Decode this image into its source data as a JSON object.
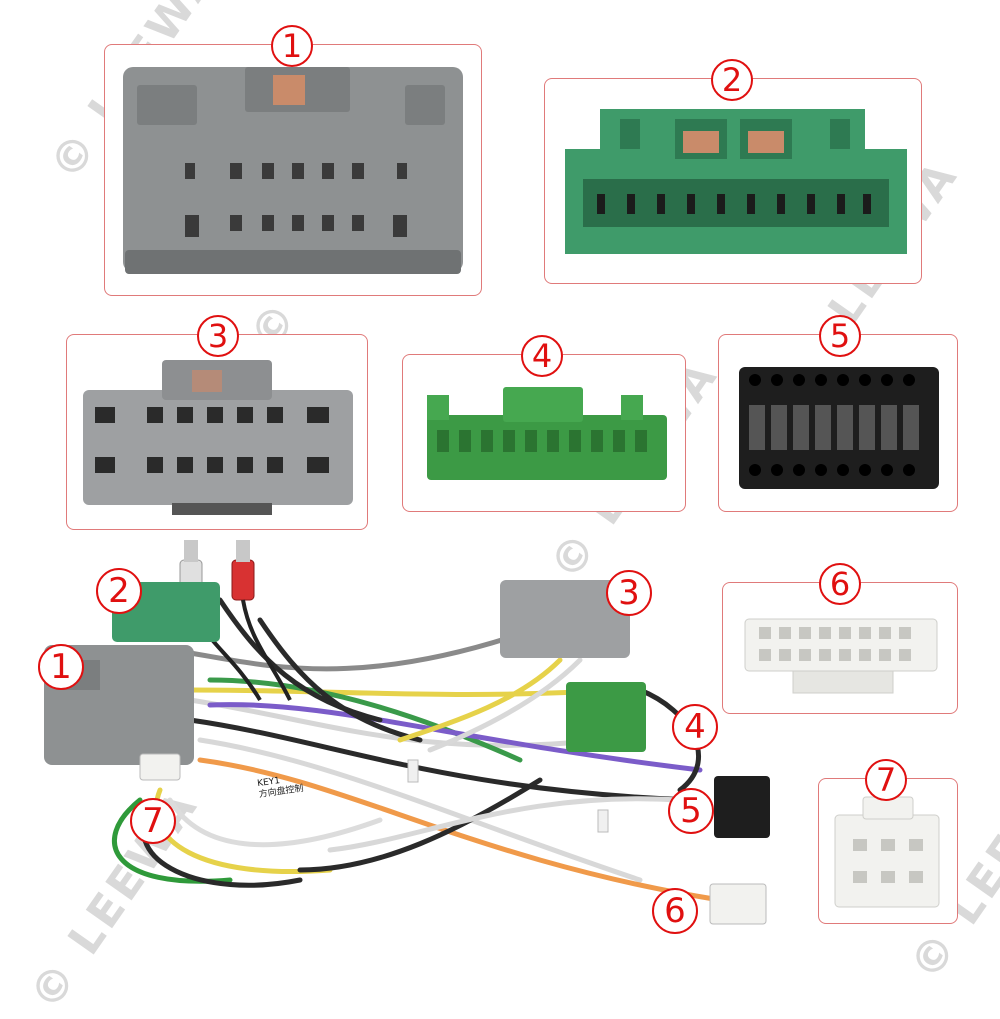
{
  "watermark": "© LEEWA",
  "connectors": [
    {
      "id": "1",
      "label": "1",
      "color": "#8e9192"
    },
    {
      "id": "2",
      "label": "2",
      "color": "#3f9b6a"
    },
    {
      "id": "3",
      "label": "3",
      "color": "#9ea0a2"
    },
    {
      "id": "4",
      "label": "4",
      "color": "#3c9a45"
    },
    {
      "id": "5",
      "label": "5",
      "color": "#1e1e1e"
    },
    {
      "id": "6",
      "label": "6",
      "color": "#f2f2ef"
    },
    {
      "id": "7",
      "label": "7",
      "color": "#f2f2ef"
    }
  ],
  "harness_labels": [
    "1",
    "2",
    "3",
    "4",
    "5",
    "6",
    "7"
  ],
  "cable_tag": "KEY1\n方向盘控制"
}
